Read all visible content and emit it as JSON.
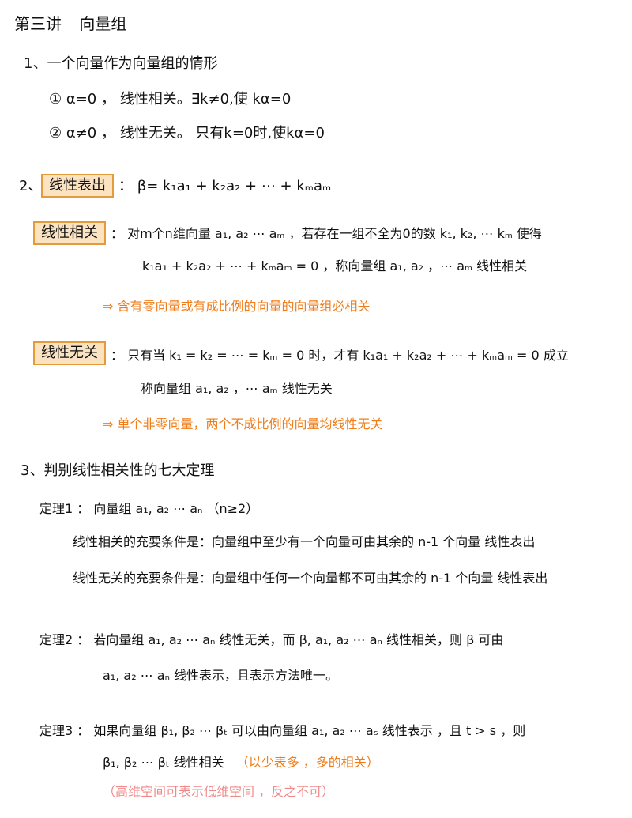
{
  "header": {
    "title": "第三讲",
    "subtitle": "向量组"
  },
  "s1": {
    "heading": "1、一个向量作为向量组的情形",
    "item1": "① α=0 ， 线性相关。∃k≠0,使 kα=0",
    "item2": "② α≠0 ， 线性无关。 只有k=0时,使kα=0"
  },
  "s2": {
    "num": "2、",
    "rep_label": "线性表出",
    "rep_formula": "： β= k₁a₁ + k₂a₂ + ⋯ + kₘaₘ",
    "dep_label": "线性相关",
    "dep_line1": "： 对m个n维向量 a₁, a₂ ⋯ aₘ ，若存在一组不全为0的数 k₁, k₂, ⋯ kₘ 使得",
    "dep_line2": "k₁a₁ + k₂a₂ + ⋯ + kₘaₘ = 0 ，称向量组 a₁, a₂ ，⋯ aₘ 线性相关",
    "dep_note": "⇒ 含有零向量或有成比例的向量的向量组必相关",
    "ind_label": "线性无关",
    "ind_line1": "： 只有当 k₁ = k₂ = ⋯ = kₘ = 0 时，才有 k₁a₁ + k₂a₂ + ⋯ + kₘaₘ = 0 成立",
    "ind_line2": "称向量组 a₁, a₂ ，⋯ aₘ 线性无关",
    "ind_note": "⇒ 单个非零向量，两个不成比例的向量均线性无关"
  },
  "s3": {
    "heading": "3、判别线性相关性的七大定理",
    "thm1_title": "定理1 ： 向量组 a₁, a₂ ⋯ aₙ （n≥2）",
    "thm1_line1": "线性相关的充要条件是：向量组中至少有一个向量可由其余的 n-1 个向量 线性表出",
    "thm1_line2": "线性无关的充要条件是：向量组中任何一个向量都不可由其余的 n-1 个向量 线性表出",
    "thm2_line1": "定理2 ： 若向量组 a₁, a₂ ⋯ aₙ 线性无关，而 β, a₁, a₂ ⋯ aₙ 线性相关，则 β 可由",
    "thm2_line2": "a₁, a₂ ⋯ aₙ 线性表示，且表示方法唯一。",
    "thm3_line1": "定理3 ： 如果向量组 β₁, β₂ ⋯ βₜ 可以由向量组 a₁, a₂ ⋯ aₛ 线性表示 ，且 t > s ，则",
    "thm3_line2a": "β₁, β₂ ⋯ βₜ 线性相关",
    "thm3_line2b": "（以少表多 ，多的相关）",
    "thm3_line3": "（高维空间可表示低维空间 ，反之不可）"
  }
}
